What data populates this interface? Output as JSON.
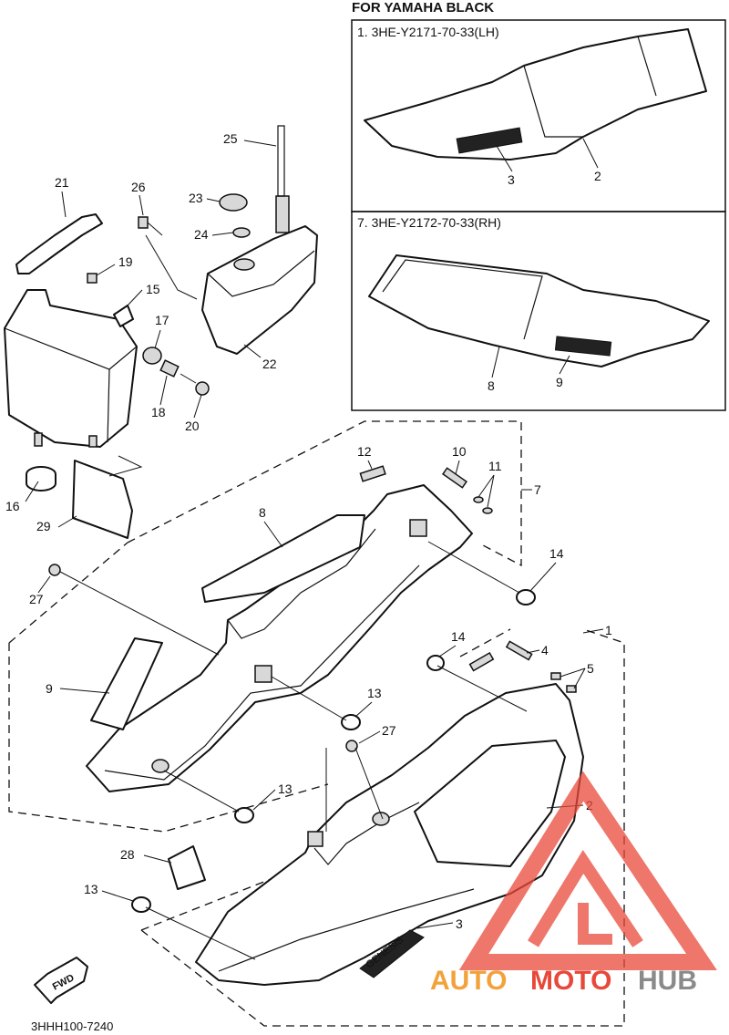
{
  "header": {
    "title": "FOR YAMAHA BLACK",
    "box1_title": "1. 3HE-Y2171-70-33(LH)",
    "box2_title": "7. 3HE-Y2172-70-33(RH)"
  },
  "callouts": {
    "c1": "1",
    "c2": "2",
    "c3": "3",
    "c4": "4",
    "c5": "5",
    "c7": "7",
    "c8": "8",
    "c9": "9",
    "c10": "10",
    "c11": "11",
    "c12": "12",
    "c13": "13",
    "c14": "14",
    "c15": "15",
    "c16": "16",
    "c17": "17",
    "c18": "18",
    "c19": "19",
    "c20": "20",
    "c21": "21",
    "c22": "22",
    "c23": "23",
    "c24": "24",
    "c25": "25",
    "c26": "26",
    "c27": "27",
    "c28": "28",
    "c29": "29"
  },
  "decal_text": "GENESIS",
  "fwd_label": "FWD",
  "footer_code": "3HHH100-7240",
  "watermark": {
    "part1": "AUTO",
    "part2": "MOTO",
    "part3": "HUB",
    "color_accent": "#e8483a",
    "color_light": "#f2a23a",
    "color_grey": "#8a8a8a"
  }
}
